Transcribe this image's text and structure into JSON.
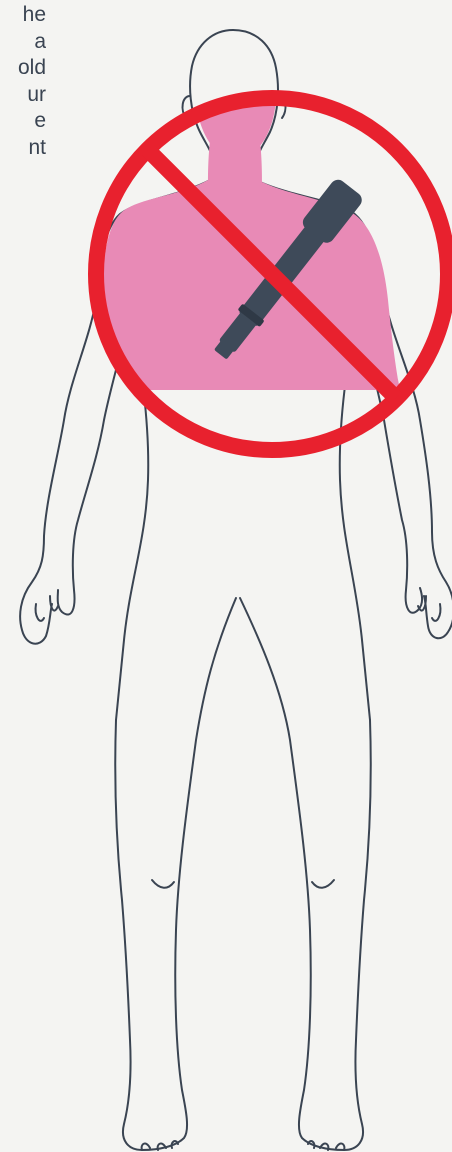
{
  "text_fragment": {
    "lines": [
      "he",
      "a",
      "old",
      "ur",
      "e",
      "nt"
    ]
  },
  "colors": {
    "background": "#f4f4f2",
    "outline": "#3a4452",
    "torso_highlight": "#e88ab6",
    "prohibition_red": "#e8212e",
    "device": "#3e4a59",
    "text": "#3a4452"
  },
  "icons": {
    "prohibition": "no-symbol-icon",
    "handheld_device": "handheld-metal-detector-icon",
    "body": "human-body-outline-icon"
  }
}
